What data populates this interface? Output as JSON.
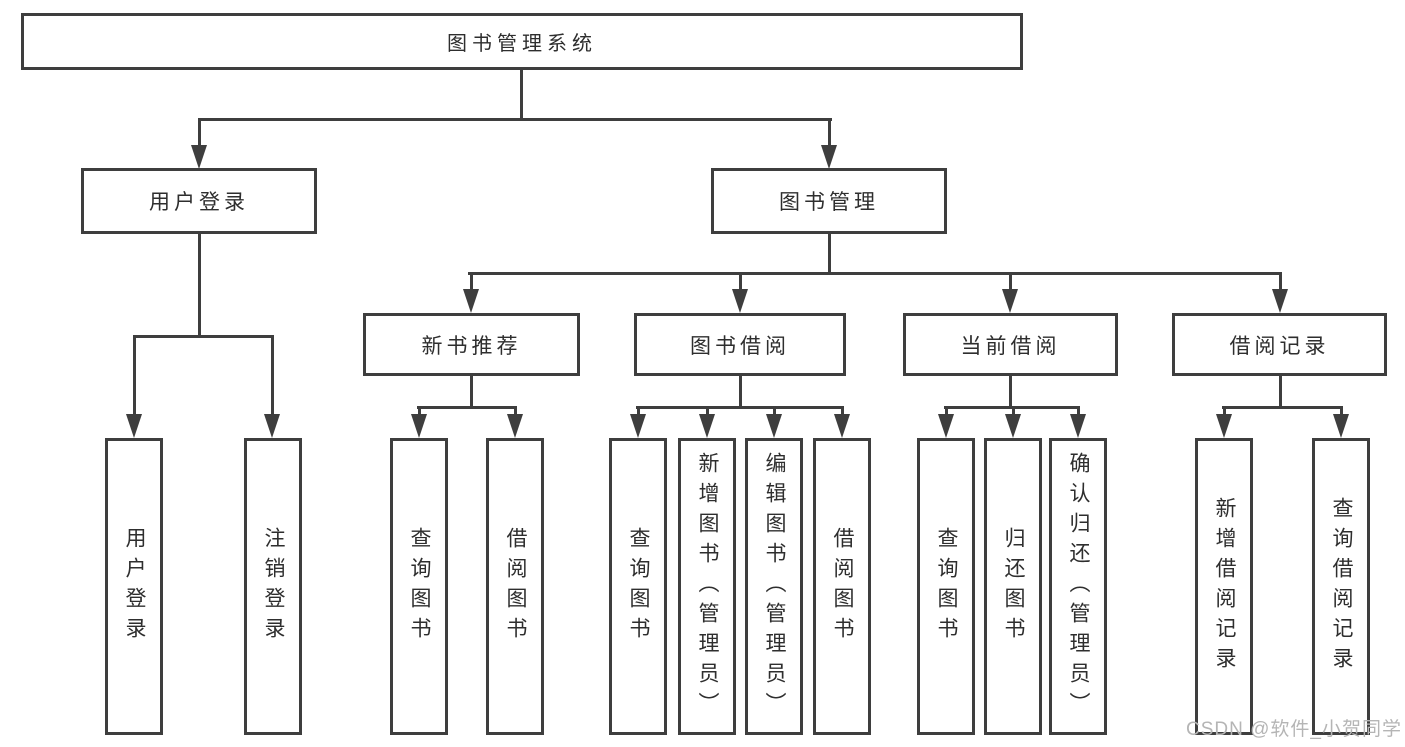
{
  "tree": {
    "root": {
      "label": "图书管理系统"
    },
    "children": [
      {
        "label": "用户登录",
        "children": [
          {
            "label": "用户登录"
          },
          {
            "label": "注销登录"
          }
        ]
      },
      {
        "label": "图书管理",
        "children": [
          {
            "label": "新书推荐",
            "children": [
              {
                "label": "查询图书"
              },
              {
                "label": "借阅图书"
              }
            ]
          },
          {
            "label": "图书借阅",
            "children": [
              {
                "label": "查询图书"
              },
              {
                "label": "新增图书（管理员）"
              },
              {
                "label": "编辑图书（管理员）"
              },
              {
                "label": "借阅图书"
              }
            ]
          },
          {
            "label": "当前借阅",
            "children": [
              {
                "label": "查询图书"
              },
              {
                "label": "归还图书"
              },
              {
                "label": "确认归还（管理员）"
              }
            ]
          },
          {
            "label": "借阅记录",
            "children": [
              {
                "label": "新增借阅记录"
              },
              {
                "label": "查询借阅记录"
              }
            ]
          }
        ]
      }
    ]
  },
  "watermark": {
    "text": "CSDN @软件_小贺同学"
  },
  "colors": {
    "line": "#3e3e3e",
    "text": "#2e2e2e",
    "watermark": "#b5b5b5",
    "background": "#ffffff"
  }
}
